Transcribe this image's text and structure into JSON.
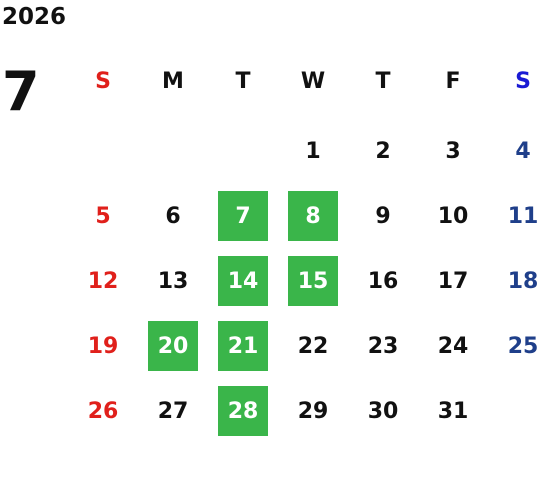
{
  "calendar": {
    "year": "2026",
    "month": "7",
    "weekday_headers": [
      "S",
      "M",
      "T",
      "W",
      "T",
      "F",
      "S"
    ],
    "colors": {
      "sunday": "#e0201b",
      "saturday_header": "#1a1ad4",
      "saturday": "#1f3f8a",
      "highlight": "#3ab54a",
      "text": "#111111"
    },
    "weeks": [
      [
        null,
        null,
        null,
        "1",
        "2",
        "3",
        "4"
      ],
      [
        "5",
        "6",
        "7",
        "8",
        "9",
        "10",
        "11"
      ],
      [
        "12",
        "13",
        "14",
        "15",
        "16",
        "17",
        "18"
      ],
      [
        "19",
        "20",
        "21",
        "22",
        "23",
        "24",
        "25"
      ],
      [
        "26",
        "27",
        "28",
        "29",
        "30",
        "31",
        null
      ]
    ],
    "highlighted_days": [
      "7",
      "8",
      "14",
      "15",
      "20",
      "21",
      "28"
    ]
  }
}
